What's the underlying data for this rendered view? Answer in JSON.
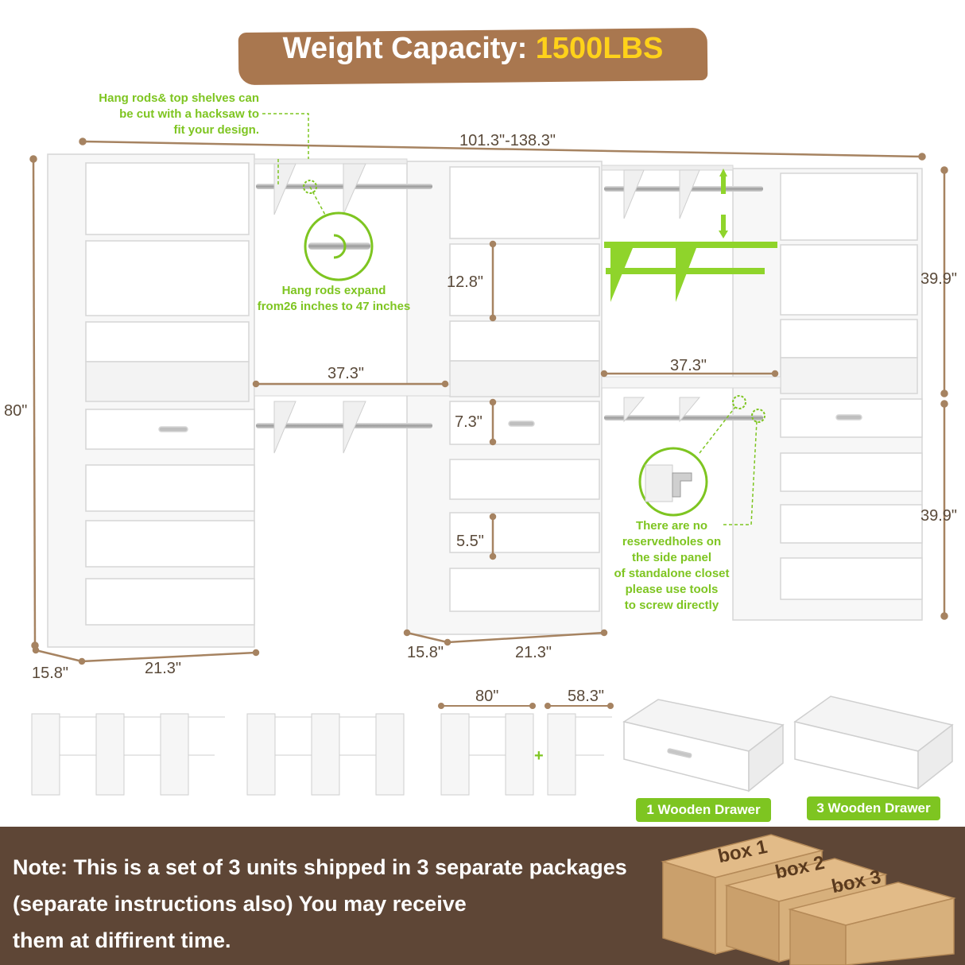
{
  "header": {
    "title_prefix": "Weight Capacity: ",
    "title_highlight": "1500LBS"
  },
  "dimensions": {
    "total_width": "101.3\"-138.3\"",
    "height": "80\"",
    "depth_left": "15.8\"",
    "depth_middle": "15.8\"",
    "unit_width_left": "21.3\"",
    "unit_width_middle": "21.3\"",
    "shelf_gap": "12.8\"",
    "drawer_top": "7.3\"",
    "drawer_gap": "5.5\"",
    "rod_span_left": "37.3\"",
    "rod_span_right": "37.3\"",
    "upper_height": "39.9\"",
    "lower_height": "39.9\"",
    "config_a": "80\"",
    "config_b": "58.3\""
  },
  "callouts": {
    "cut": [
      "Hang rods& top shelves can",
      "be cut with a hacksaw to",
      "fit your design."
    ],
    "expand": [
      "Hang rods expand",
      "from26 inches to 47 inches"
    ],
    "holes": [
      "There are no",
      "reservedholes on",
      "the side panel",
      "of standalone closet",
      "please use tools",
      "to screw directly"
    ]
  },
  "drawers": {
    "one": "1 Wooden Drawer",
    "three": "3 Wooden Drawer"
  },
  "note": {
    "lines": [
      "Note: This is a set of 3 units shipped in 3 separate packages",
      "(separate instructions also) You may receive",
      "them at diffirent time."
    ]
  },
  "boxes": [
    "box 1",
    "box 2",
    "box 3"
  ],
  "colors": {
    "accent_green": "#7ec521",
    "banner_brown": "#a9774f",
    "highlight_yellow": "#ffd21a",
    "note_brown": "#5e4636",
    "dimension_line": "#a68361"
  }
}
